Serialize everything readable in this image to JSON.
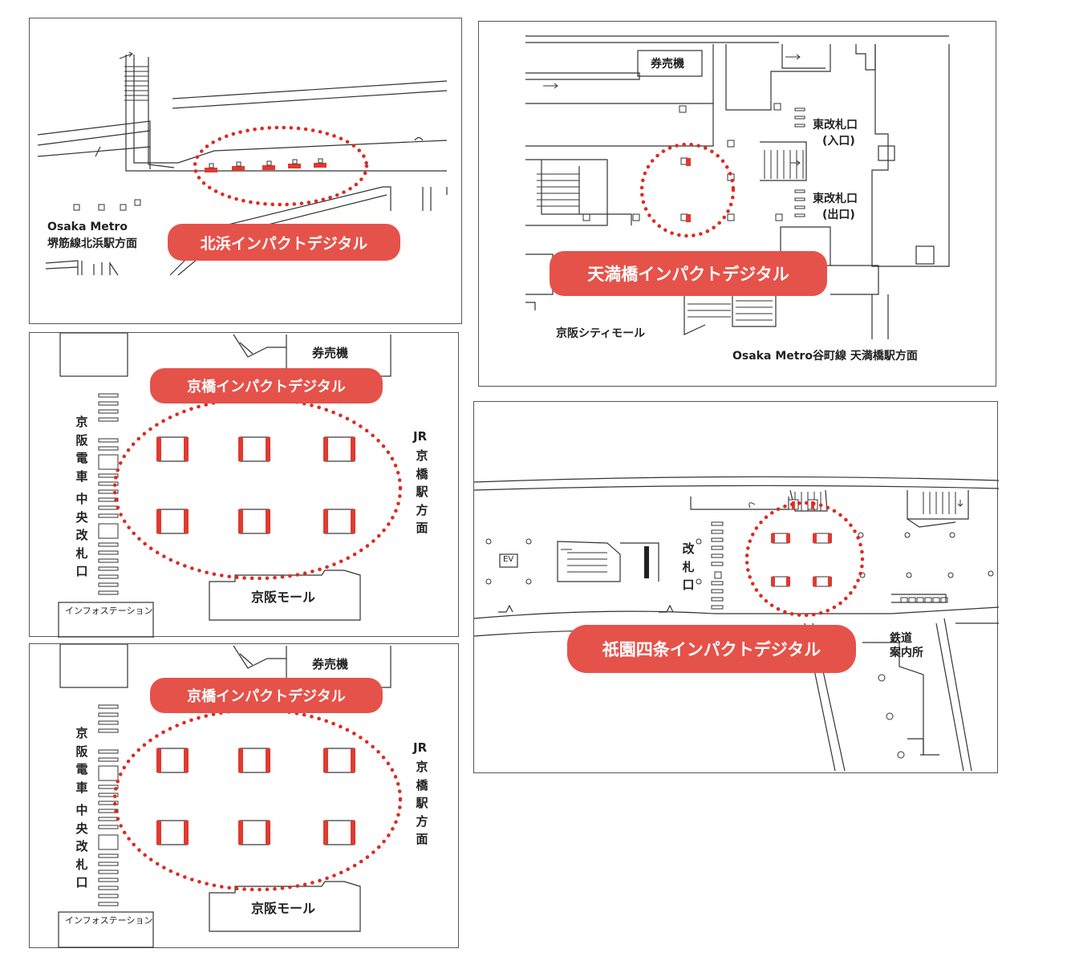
{
  "colors": {
    "accent": "#e5524a",
    "dots": "#dd2a22",
    "line": "#333333"
  },
  "panels": {
    "kitahama": {
      "banner": "北浜インパクトデジタル",
      "label_line1": "Osaka Metro",
      "label_line2": "堺筋線北浜駅方面"
    },
    "tenmabashi": {
      "banner": "天満橋インパクトデジタル",
      "ticket": "券売機",
      "gate_east_1": "東改札口",
      "gate_east_1_sub": "(入口)",
      "gate_east_2": "東改札口",
      "gate_east_2_sub": "(出口)",
      "city_mall": "京阪シティモール",
      "metro_label": "Osaka Metro谷町線 天満橋駅方面"
    },
    "kyobashi_1": {
      "banner": "京橋インパクトデジタル",
      "ticket": "券売機",
      "left_label_1": "京阪電車",
      "left_label_2": "中央改札口",
      "right_label_1": "JR",
      "right_label_2": "京橋駅方面",
      "mall": "京阪モール",
      "info": "インフォステーション"
    },
    "kyobashi_2": {
      "banner": "京橋インパクトデジタル",
      "ticket": "券売機",
      "left_label_1": "京阪電車",
      "left_label_2": "中央改札口",
      "right_label_1": "JR",
      "right_label_2": "京橋駅方面",
      "mall": "京阪モール",
      "info": "インフォステーション"
    },
    "gionshijo": {
      "banner": "祇園四条インパクトデジタル",
      "gate": "改札口",
      "ev": "EV",
      "railway_info_1": "鉄道",
      "railway_info_2": "案内所"
    }
  }
}
